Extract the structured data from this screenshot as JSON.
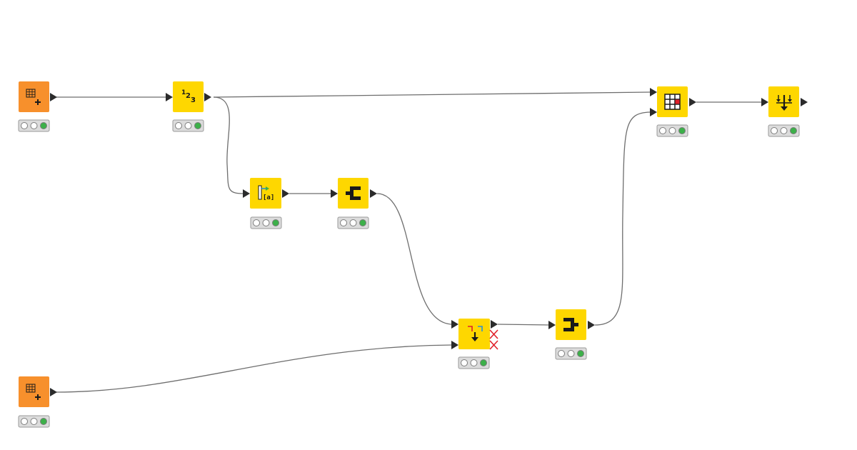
{
  "colors": {
    "source_node": "#f7902c",
    "manipulator_node": "#fed700",
    "connection": "#6e6e6e",
    "port": "#2b2b2b",
    "light_off": "#ffffff",
    "light_green": "#3cb049",
    "warning_cross": "#e0202a"
  },
  "nodes": [
    {
      "id": "table-creator-1",
      "kind": "source",
      "icon": "table-create-icon",
      "status": [
        "off",
        "off",
        "green"
      ]
    },
    {
      "id": "number-node",
      "kind": "manipulator",
      "icon": "number-sequence-icon",
      "status": [
        "off",
        "off",
        "green"
      ]
    },
    {
      "id": "column-expression",
      "kind": "manipulator",
      "icon": "column-expression-icon",
      "status": [
        "off",
        "off",
        "green"
      ]
    },
    {
      "id": "column-filter-1",
      "kind": "manipulator",
      "icon": "column-filter-icon",
      "status": [
        "off",
        "off",
        "green"
      ]
    },
    {
      "id": "cross-joiner",
      "kind": "manipulator",
      "icon": "cross-join-icon",
      "status": [
        "off",
        "off",
        "green"
      ],
      "has_warning": true
    },
    {
      "id": "column-filter-2",
      "kind": "manipulator",
      "icon": "column-filter-icon",
      "status": [
        "off",
        "off",
        "green"
      ]
    },
    {
      "id": "joiner",
      "kind": "manipulator",
      "icon": "joiner-icon",
      "status": [
        "off",
        "off",
        "green"
      ]
    },
    {
      "id": "sorter",
      "kind": "manipulator",
      "icon": "sorter-icon",
      "status": [
        "off",
        "off",
        "green"
      ]
    },
    {
      "id": "table-creator-2",
      "kind": "source",
      "icon": "table-create-icon",
      "status": [
        "off",
        "off",
        "green"
      ]
    }
  ],
  "connections": [
    {
      "from": "table-creator-1",
      "to": "number-node"
    },
    {
      "from": "number-node",
      "to": "joiner"
    },
    {
      "from": "number-node",
      "to": "column-expression"
    },
    {
      "from": "column-expression",
      "to": "column-filter-1"
    },
    {
      "from": "column-filter-1",
      "to": "cross-joiner"
    },
    {
      "from": "table-creator-2",
      "to": "cross-joiner"
    },
    {
      "from": "cross-joiner",
      "to": "column-filter-2"
    },
    {
      "from": "column-filter-2",
      "to": "joiner"
    },
    {
      "from": "joiner",
      "to": "sorter"
    }
  ],
  "number_icon_text": [
    "1",
    "2",
    "3"
  ],
  "expression_icon_text": "[a]"
}
